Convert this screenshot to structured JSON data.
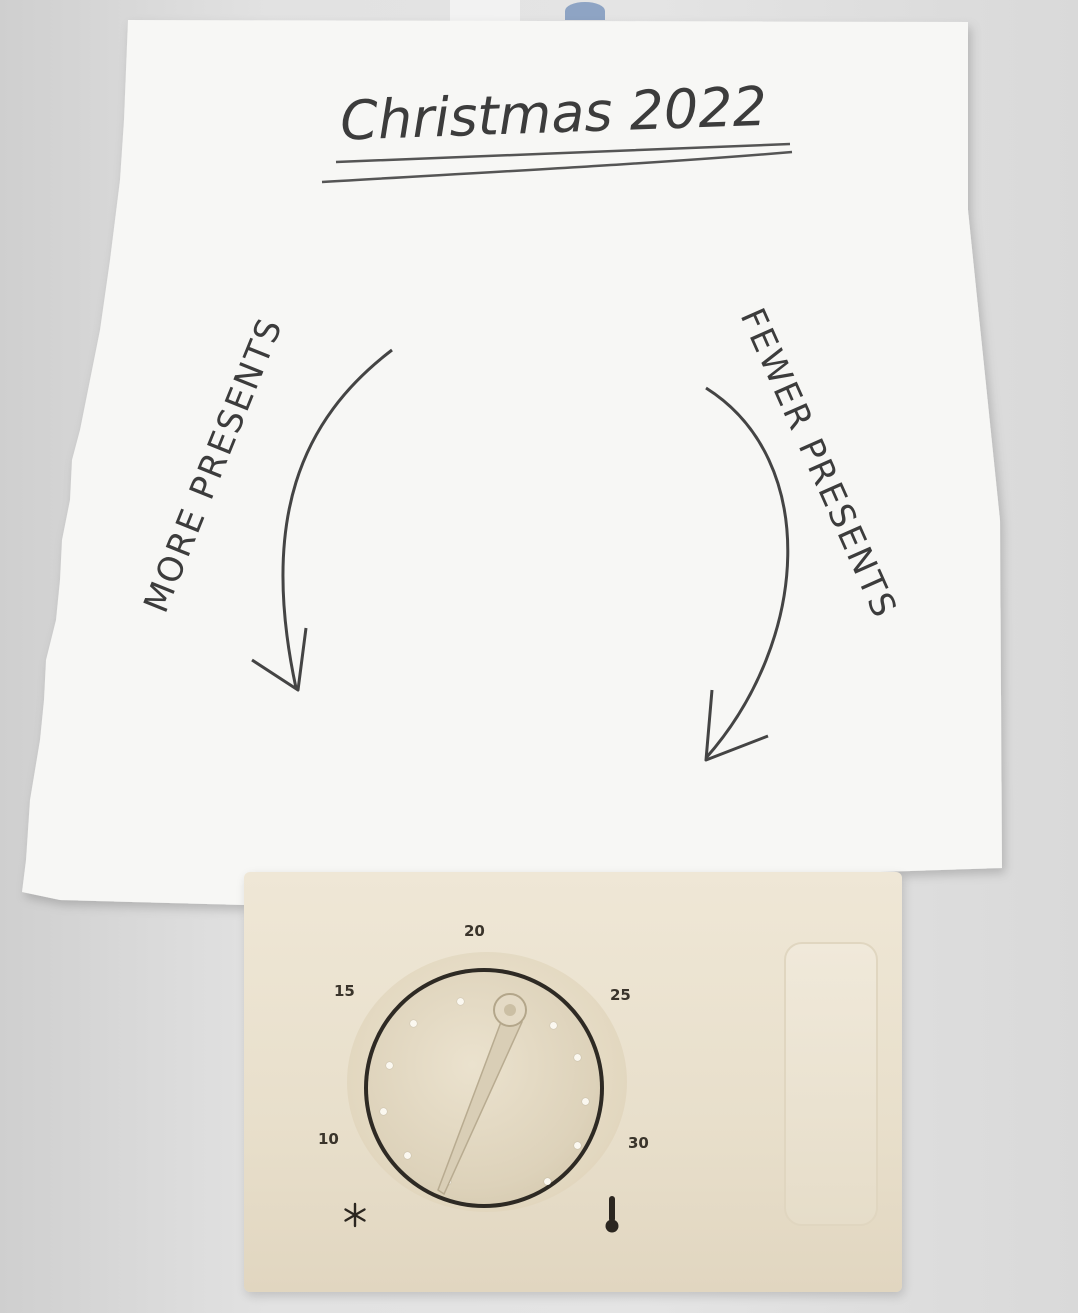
{
  "note": {
    "title": "Christmas 2022",
    "left_label": "MORE PRESENTS",
    "right_label": "FEWER PRESENTS"
  },
  "thermostat": {
    "scale_labels": [
      "10",
      "15",
      "20",
      "25",
      "30"
    ],
    "cold_icon": "snowflake-icon",
    "warm_icon": "thermometer-icon"
  },
  "colors": {
    "paper": "#f7f7f5",
    "ink": "#3a3a3a",
    "thermostat_body": "#ece4d2",
    "dial_ring": "#2e2a24"
  }
}
